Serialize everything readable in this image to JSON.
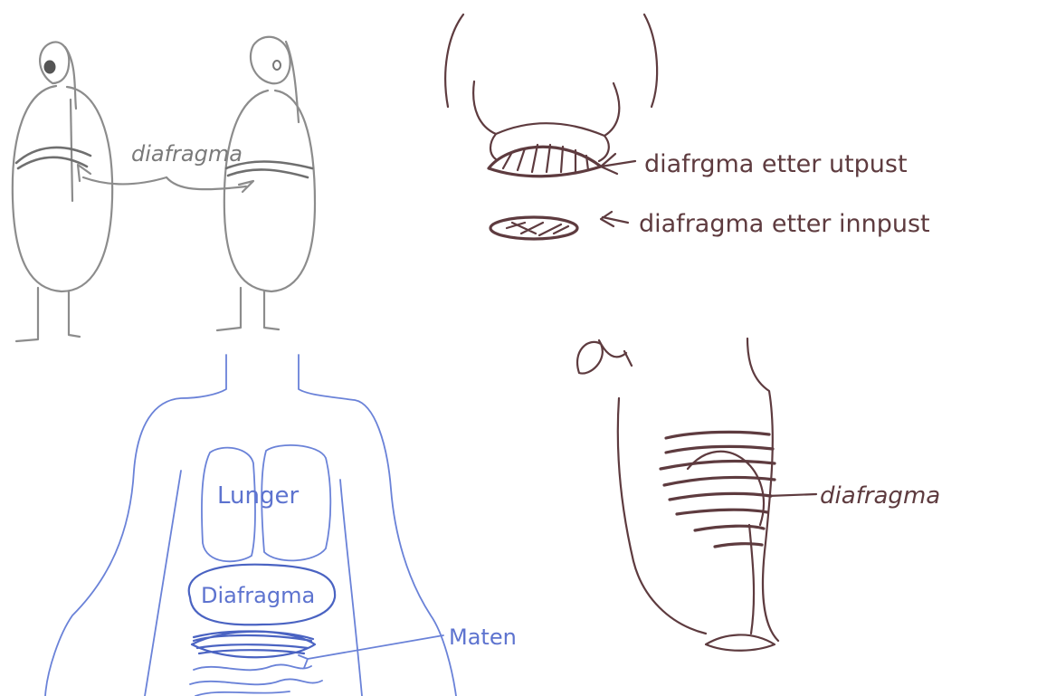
{
  "sketch1": {
    "label": "diafragma"
  },
  "sketch2": {
    "label_exhale": "diafrgma etter utpust",
    "label_inhale": "diafragma etter innpust"
  },
  "sketch3": {
    "label_lungs": "Lunger",
    "label_diaphragm": "Diafragma",
    "label_stomach": "Maten"
  },
  "sketch4": {
    "label": "diafragma"
  },
  "colors": {
    "pencil": "#8c8c8c",
    "brown_ink": "#5e3b3f",
    "blue_ink": "#6a82d8"
  }
}
